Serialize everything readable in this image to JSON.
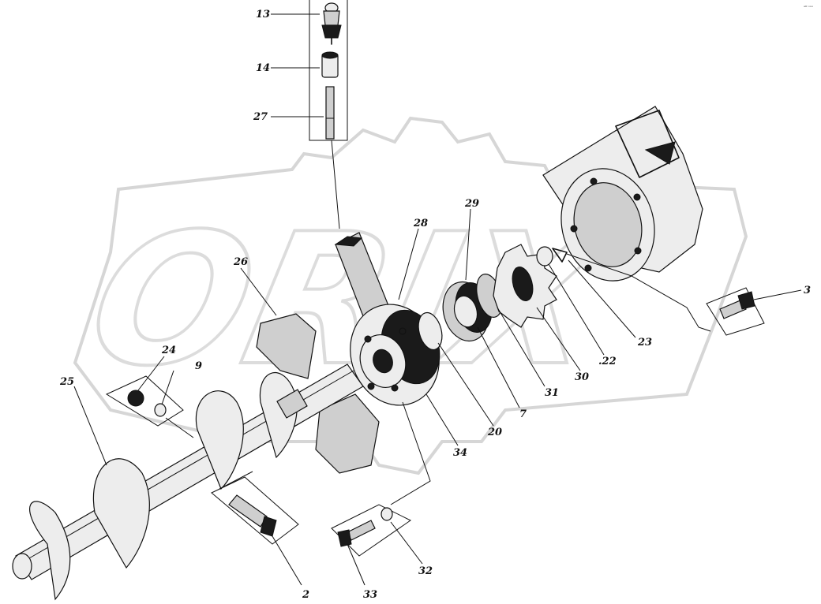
{
  "corner_mark": "ᵃᴼ ˢᵒᵒ",
  "watermark": "ORIX",
  "callouts": [
    {
      "id": "13",
      "label": "13"
    },
    {
      "id": "14",
      "label": "14"
    },
    {
      "id": "27",
      "label": "27"
    },
    {
      "id": "28",
      "label": "28"
    },
    {
      "id": "29",
      "label": "29"
    },
    {
      "id": "26",
      "label": "26"
    },
    {
      "id": "24",
      "label": "24"
    },
    {
      "id": "9",
      "label": "9"
    },
    {
      "id": "25",
      "label": "25"
    },
    {
      "id": "3",
      "label": "3"
    },
    {
      "id": "23",
      "label": "23"
    },
    {
      "id": "22",
      "label": ".22"
    },
    {
      "id": "30",
      "label": "30"
    },
    {
      "id": "31",
      "label": "31"
    },
    {
      "id": "7",
      "label": "7"
    },
    {
      "id": "20",
      "label": "20"
    },
    {
      "id": "34",
      "label": "34"
    },
    {
      "id": "2",
      "label": "2"
    },
    {
      "id": "32",
      "label": "32"
    },
    {
      "id": "33",
      "label": "33"
    }
  ]
}
